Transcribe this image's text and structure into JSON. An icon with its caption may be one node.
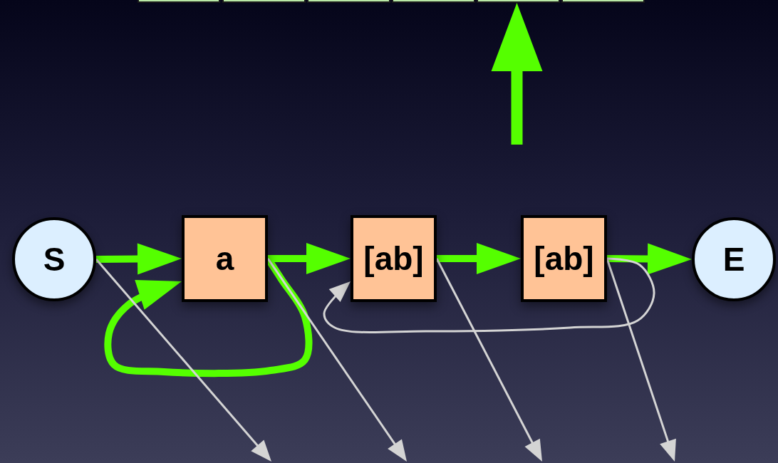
{
  "diagram": {
    "nodes": [
      {
        "text": [
          "S"
        ]
      },
      {
        "text": [
          "a"
        ]
      },
      {
        "text": [
          "[ab]"
        ]
      },
      {
        "text": [
          "[ab]"
        ]
      },
      {
        "text": [
          "E"
        ]
      },
      {
        "text": [],
        "shape": "box"
      },
      {
        "text": [],
        "shape": "box"
      },
      {
        "text": [],
        "shape": "box"
      },
      {
        "text": [],
        "shape": "box"
      },
      {
        "text": [],
        "shape": "box"
      },
      {
        "text": [],
        "shape": "box"
      }
    ],
    "edges": [
      {
        "from": 0,
        "to": 1,
        "arrow": "to",
        "color": "#55ff00"
      },
      {
        "from": 1,
        "to": 2,
        "arrow": "to",
        "color": "#55ff00"
      },
      {
        "from": 2,
        "to": 3,
        "arrow": "to",
        "color": "#55ff00"
      },
      {
        "from": 3,
        "to": 4,
        "arrow": "to",
        "color": "#55ff00"
      },
      {
        "from": 1,
        "to": 1,
        "arrow": "to",
        "color": "#55ff00"
      },
      {
        "from": 3,
        "to": 2,
        "arrow": "to",
        "color": "#d4d4d4"
      },
      {
        "from": 0,
        "to": null,
        "arrow": "to",
        "color": "#d4d4d4"
      },
      {
        "from": 1,
        "to": null,
        "arrow": "to",
        "color": "#d4d4d4"
      },
      {
        "from": 2,
        "to": null,
        "arrow": "to",
        "color": "#d4d4d4"
      },
      {
        "from": 3,
        "to": null,
        "arrow": "to",
        "color": "#d4d4d4"
      },
      {
        "from": null,
        "to": 9,
        "arrow": "to",
        "color": "#55ff00"
      }
    ]
  }
}
